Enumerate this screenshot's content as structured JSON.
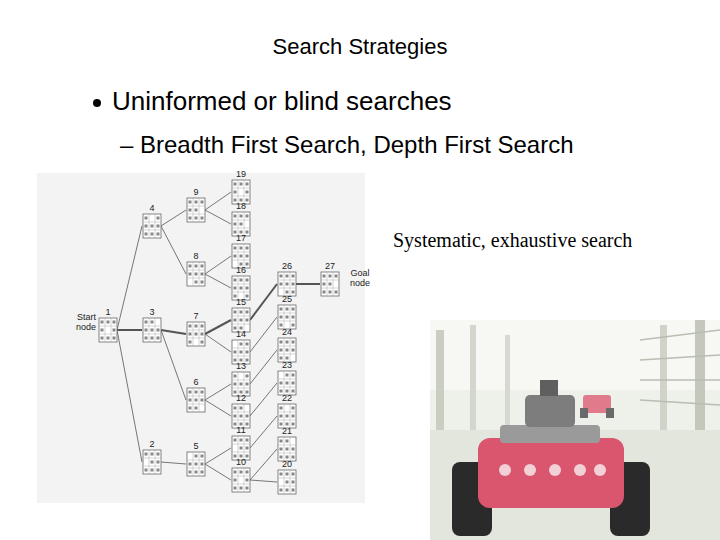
{
  "diagram": {
    "title": "Search Strategies",
    "labels": [
      "Uninformed or blind searches",
      "– Breadth First Search, Depth First Search",
      "Systematic, exhaustive search",
      "Start node",
      "Goal node",
      "1",
      "2",
      "3",
      "4",
      "5",
      "6",
      "7",
      "8",
      "9",
      "10",
      "11",
      "12",
      "13",
      "14",
      "15",
      "16",
      "17",
      "18",
      "19",
      "20",
      "21",
      "22",
      "23",
      "24",
      "25",
      "26",
      "27"
    ]
  }
}
